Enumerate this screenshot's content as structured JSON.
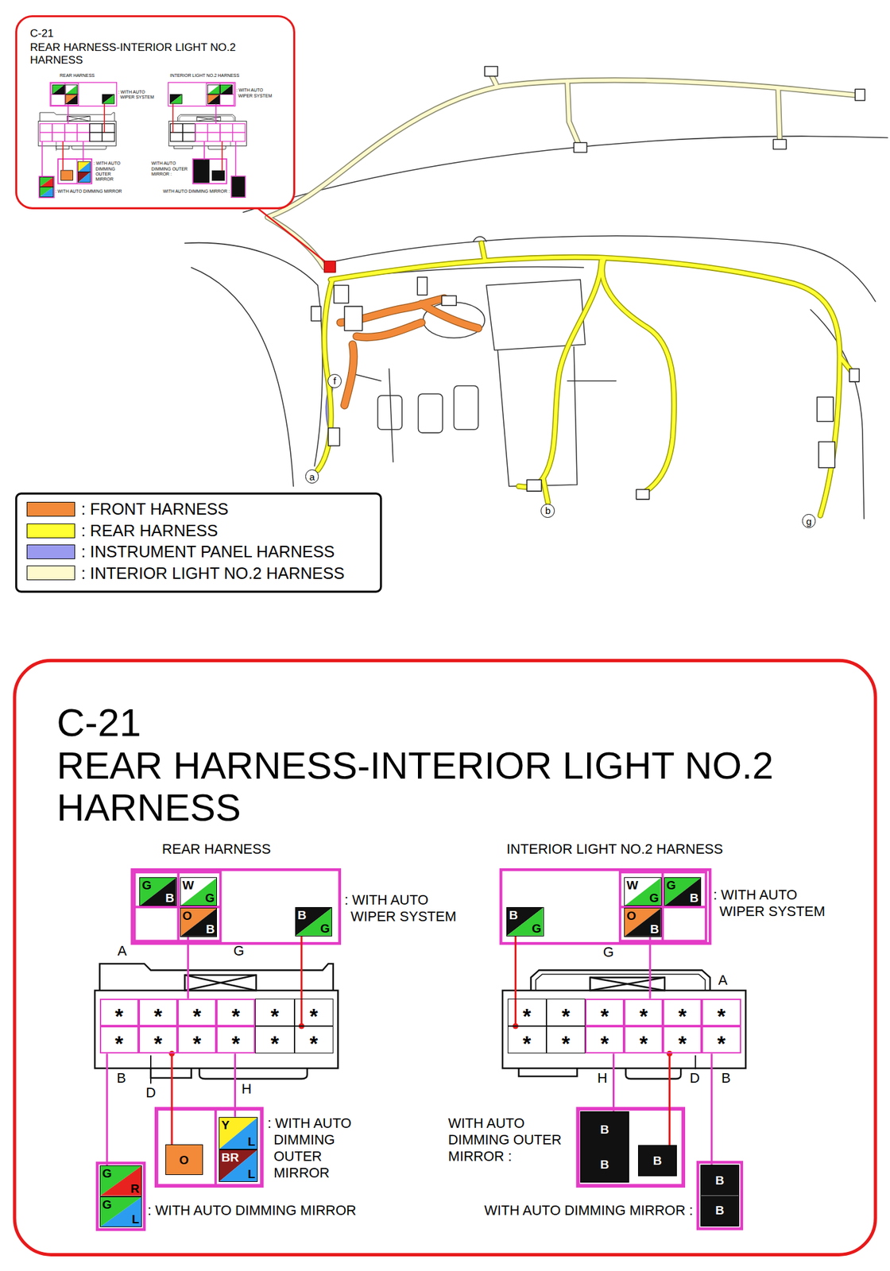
{
  "diagram": {
    "title": "C-21",
    "nodes": [
      {
        "text": [
          "G",
          "B"
        ]
      },
      {
        "text": [
          "W",
          "G"
        ]
      },
      {
        "text": [
          "O",
          "B"
        ]
      },
      {
        "text": [
          "B",
          "G"
        ]
      },
      {
        "text": [
          "B",
          "G"
        ]
      },
      {
        "text": [
          "W",
          "G"
        ]
      },
      {
        "text": [
          "G",
          "B"
        ]
      },
      {
        "text": [
          "O",
          "B"
        ]
      },
      {
        "text": [
          "*"
        ]
      },
      {
        "text": [
          "*"
        ]
      },
      {
        "text": [
          "*"
        ]
      },
      {
        "text": [
          "*"
        ]
      },
      {
        "text": [
          "*"
        ]
      },
      {
        "text": [
          "*"
        ]
      },
      {
        "text": [
          "*"
        ]
      },
      {
        "text": [
          "*"
        ]
      },
      {
        "text": [
          "*"
        ]
      },
      {
        "text": [
          "*"
        ]
      },
      {
        "text": [
          "*"
        ]
      },
      {
        "text": [
          "*"
        ]
      },
      {
        "text": [
          "*"
        ]
      },
      {
        "text": [
          "*"
        ]
      },
      {
        "text": [
          "*"
        ]
      },
      {
        "text": [
          "*"
        ]
      },
      {
        "text": [
          "*"
        ]
      },
      {
        "text": [
          "*"
        ]
      },
      {
        "text": [
          "*"
        ]
      },
      {
        "text": [
          "*"
        ]
      },
      {
        "text": [
          "*"
        ]
      },
      {
        "text": [
          "*"
        ]
      },
      {
        "text": [
          "*"
        ]
      },
      {
        "text": [
          "*"
        ]
      },
      {
        "text": [
          "O"
        ]
      },
      {
        "text": [
          "Y",
          "L"
        ]
      },
      {
        "text": [
          "BR",
          "L"
        ]
      },
      {
        "text": [
          "G",
          "R"
        ]
      },
      {
        "text": [
          "G",
          "L"
        ]
      },
      {
        "text": [
          "B",
          "B"
        ]
      },
      {
        "text": [
          "B"
        ]
      },
      {
        "text": [
          "B",
          "B"
        ]
      }
    ],
    "edges": [
      {
        "from": 2,
        "to": 10,
        "arrow": "none"
      },
      {
        "from": 3,
        "to": 19,
        "arrow": "none"
      },
      {
        "from": 14,
        "to": 35,
        "arrow": "none"
      },
      {
        "from": 15,
        "to": 32,
        "arrow": "none"
      },
      {
        "from": 17,
        "to": 33,
        "arrow": "none"
      },
      {
        "from": 4,
        "to": 26,
        "arrow": "none"
      },
      {
        "from": 7,
        "to": 23,
        "arrow": "none"
      },
      {
        "from": 28,
        "to": 37,
        "arrow": "none"
      },
      {
        "from": 30,
        "to": 38,
        "arrow": "none"
      },
      {
        "from": 31,
        "to": 39,
        "arrow": "none"
      }
    ],
    "labels": [
      "C-21",
      "REAR HARNESS-INTERIOR LIGHT NO.2 HARNESS",
      "REAR HARNESS",
      ": WITH AUTO WIPER SYSTEM",
      "INTERIOR LIGHT NO.2 HARNESS",
      ": WITH AUTO WIPER SYSTEM",
      ": WITH AUTO DIMMING OUTER MIRROR",
      "WITH AUTO DIMMING OUTER MIRROR :",
      ": WITH AUTO DIMMING MIRROR",
      "WITH AUTO DIMMING MIRROR :",
      "f",
      "a",
      "b",
      "g",
      "REAR HARNESS-INTERIOR LIGHT NO.2 HARNESS",
      "REAR HARNESS",
      ": WITH AUTO WIPER SYSTEM",
      "A",
      "G",
      "B",
      "D",
      "H",
      ": WITH AUTO DIMMING OUTER MIRROR",
      ": WITH AUTO DIMMING MIRROR",
      "INTERIOR LIGHT NO.2 HARNESS",
      ": WITH AUTO WIPER SYSTEM",
      "G",
      "A",
      "H",
      "D",
      "B",
      "WITH AUTO DIMMING OUTER MIRROR :",
      "WITH AUTO DIMMING MIRROR :"
    ],
    "legend": [
      {
        "text": ": FRONT HARNESS",
        "color": "#f28a3a"
      },
      {
        "text": ": REAR HARNESS",
        "color": "#ffff33"
      },
      {
        "text": ": INSTRUMENT PANEL HARNESS",
        "color": "#9a9af0"
      },
      {
        "text": ": INTERIOR LIGHT NO.2 HARNESS",
        "color": "#fffacd"
      }
    ]
  }
}
